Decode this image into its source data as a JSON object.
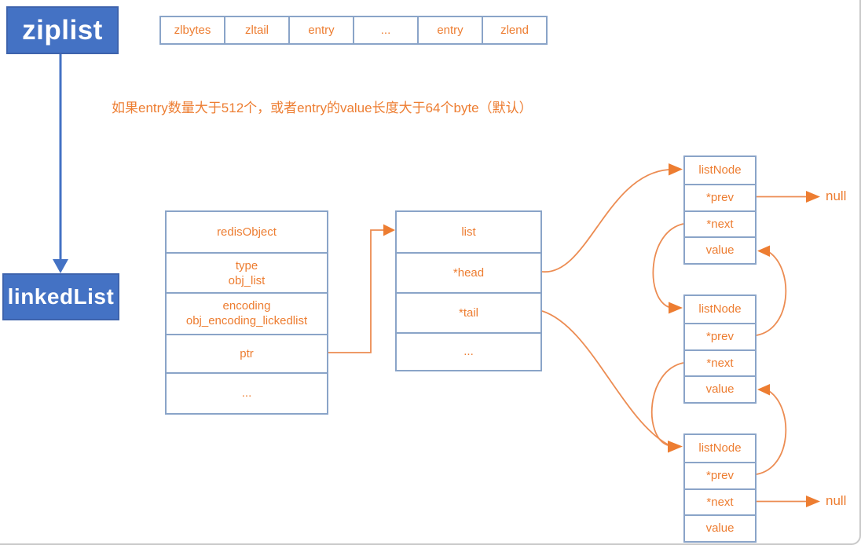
{
  "colors": {
    "accent_blue": "#4472C4",
    "accent_orange": "#ED7D31",
    "line_orange": "#EC8C52",
    "table_border": "#8AA4C8"
  },
  "ziplist_box": {
    "label": "ziplist"
  },
  "ziplist_cells": [
    "zlbytes",
    "zltail",
    "entry",
    "...",
    "entry",
    "zlend"
  ],
  "note_text": "如果entry数量大于512个，或者entry的value长度大于64个byte（默认）",
  "linkedlist_box": {
    "label": "linkedList"
  },
  "redis_object": {
    "header": "redisObject",
    "type_row": {
      "line1": "type",
      "line2": "obj_list"
    },
    "encoding_row": {
      "line1": "encoding",
      "line2": "obj_encoding_lickedlist"
    },
    "ptr_row": "ptr",
    "ellipsis_row": "..."
  },
  "list_struct": {
    "header": "list",
    "head_row": "*head",
    "tail_row": "*tail",
    "ellipsis_row": "..."
  },
  "nodes": [
    {
      "header": "listNode",
      "prev": "*prev",
      "next": "*next",
      "value": "value"
    },
    {
      "header": "listNode",
      "prev": "*prev",
      "next": "*next",
      "value": "value"
    },
    {
      "header": "listNode",
      "prev": "*prev",
      "next": "*next",
      "value": "value"
    }
  ],
  "null_labels": {
    "top": "null",
    "bottom": "null"
  }
}
